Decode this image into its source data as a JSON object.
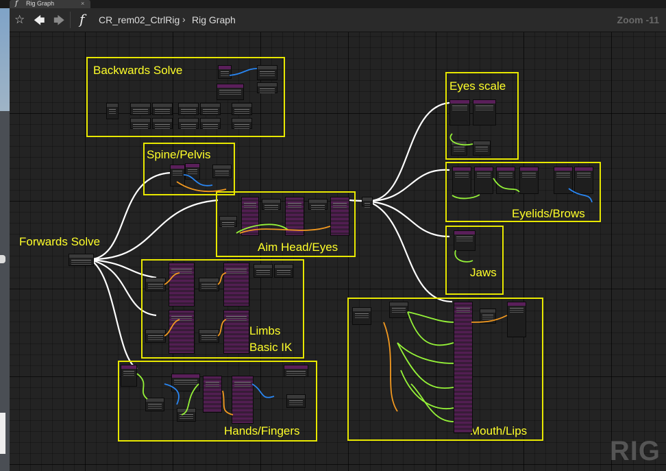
{
  "tab": {
    "title": "Rig Graph",
    "close": "×"
  },
  "toolbar": {
    "star": "☆",
    "back": "🡄",
    "forward": "🡆",
    "function_glyph": "f",
    "breadcrumb": [
      "CR_rem02_CtrlRig",
      "Rig Graph"
    ],
    "breadcrumb_separator": "›",
    "zoom": "Zoom -11"
  },
  "graph": {
    "comments": [
      {
        "id": "backwards",
        "label": "Backwards Solve"
      },
      {
        "id": "eyes-scale",
        "label": "Eyes scale"
      },
      {
        "id": "spine",
        "label": "Spine/Pelvis"
      },
      {
        "id": "eyelids",
        "label": "Eyelids/Brows"
      },
      {
        "id": "aim",
        "label": "Aim Head/Eyes"
      },
      {
        "id": "jaws",
        "label": "Jaws"
      },
      {
        "id": "limbs-1",
        "label": "Limbs"
      },
      {
        "id": "limbs-2",
        "label": "Basic IK"
      },
      {
        "id": "hands",
        "label": "Hands/Fingers"
      },
      {
        "id": "mouth",
        "label": "Mouth/Lips"
      }
    ],
    "event_label": "Forwards Solve",
    "watermark": "RIG"
  },
  "colors": {
    "comment": "#e8e800",
    "exec_wire": "#ffffff",
    "node_header": "#5a1f5a",
    "wire_green": "#9cff3a",
    "wire_orange": "#ffa020",
    "wire_blue": "#2a8cff"
  }
}
